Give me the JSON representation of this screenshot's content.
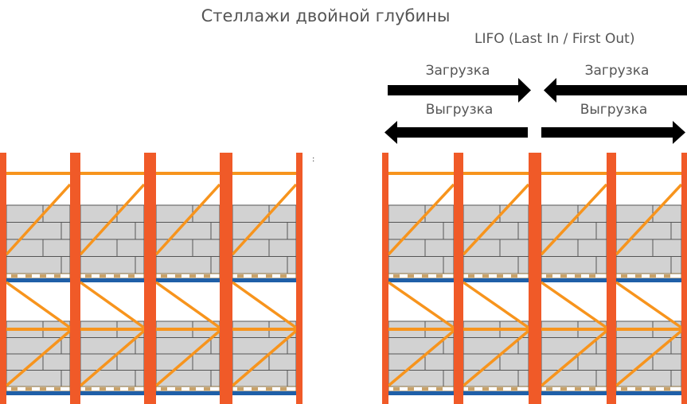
{
  "title": "Стеллажи двойной глубины",
  "subtitle": "LIFO (Last In / First Out)",
  "arrows": {
    "load_left": "Загрузка",
    "load_right": "Загрузка",
    "unload_left": "Выгрузка",
    "unload_right": "Выгрузка"
  },
  "stray_mark": ":",
  "colors": {
    "upright": "#f05a28",
    "bracing": "#f7941d",
    "beam_blue": "#1f5fa8",
    "brick_fill": "#d2d2d2",
    "brick_line": "#555555",
    "arrow": "#000000",
    "text": "#555555"
  },
  "icons": [
    "pallet-rack",
    "brick-load",
    "arrow-right",
    "arrow-left"
  ]
}
